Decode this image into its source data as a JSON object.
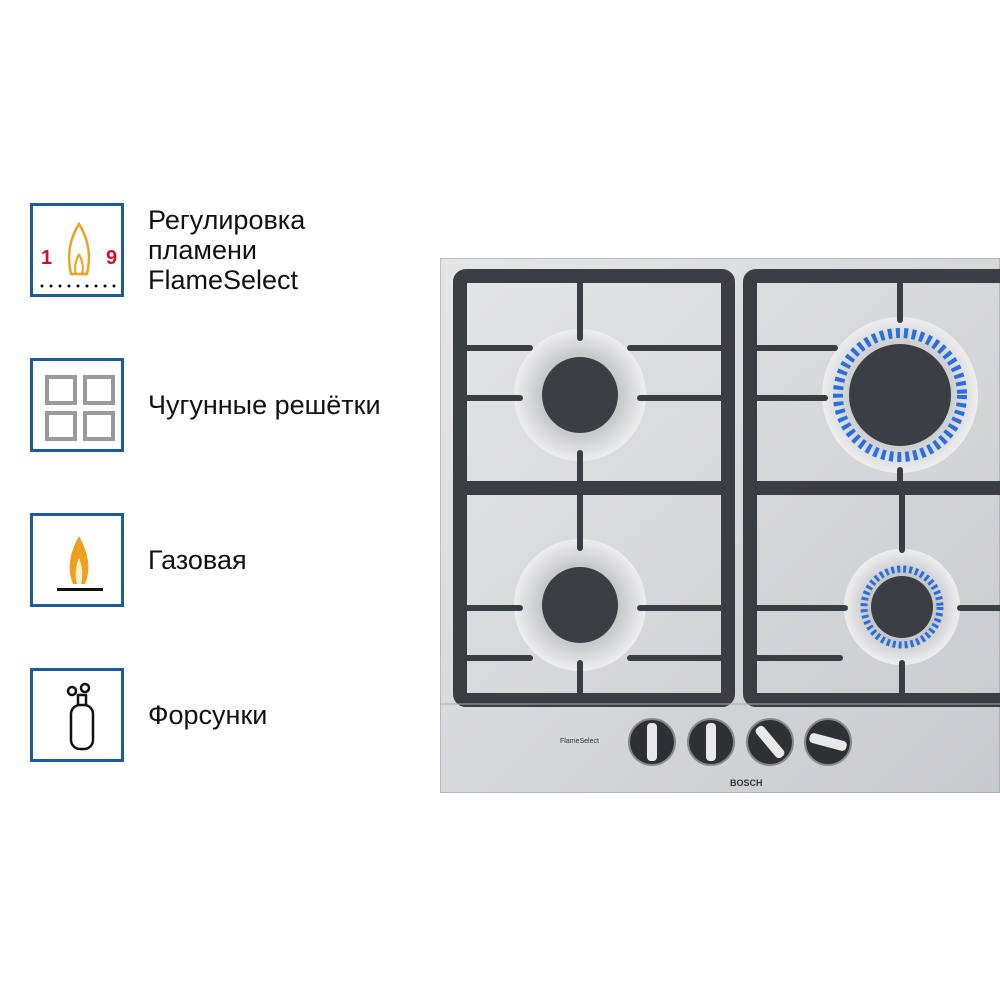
{
  "features": [
    {
      "icon": "flame-select-icon",
      "label_lines": [
        "Регулировка",
        "пламени",
        "FlameSelect"
      ],
      "icon_numbers": [
        "1",
        "9"
      ]
    },
    {
      "icon": "cast-iron-grates-icon",
      "label": "Чугунные решётки"
    },
    {
      "icon": "gas-flame-icon",
      "label": "Газовая"
    },
    {
      "icon": "gas-cylinder-icon",
      "label": "Форсунки"
    }
  ],
  "product": {
    "brand": "BOSCH",
    "panel_logo": "FlameSelect"
  },
  "colors": {
    "icon_border": "#1e5a9e",
    "flame": "#f0a020",
    "numbers": "#d0102a",
    "grate": "#3a3d42",
    "steel": "#d8d9db",
    "burner_flame": "#2a6fe0"
  }
}
